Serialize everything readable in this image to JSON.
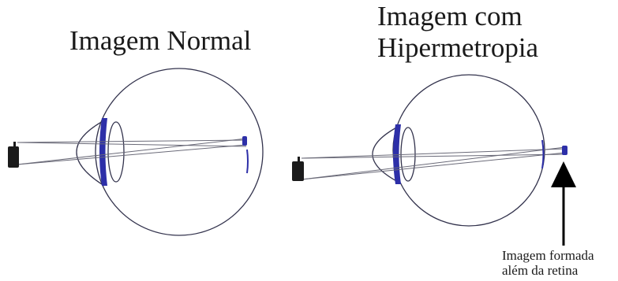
{
  "left_panel": {
    "title": "Imagem Normal"
  },
  "right_panel": {
    "title_line1": "Imagem com",
    "title_line2": "Hipermetropia",
    "caption_line1": "Imagem formada",
    "caption_line2": "além da retina"
  },
  "colors": {
    "outline": "#33334d",
    "lens": "#2d2fa8",
    "object": "#1b1b1b",
    "arrow": "#000000"
  }
}
